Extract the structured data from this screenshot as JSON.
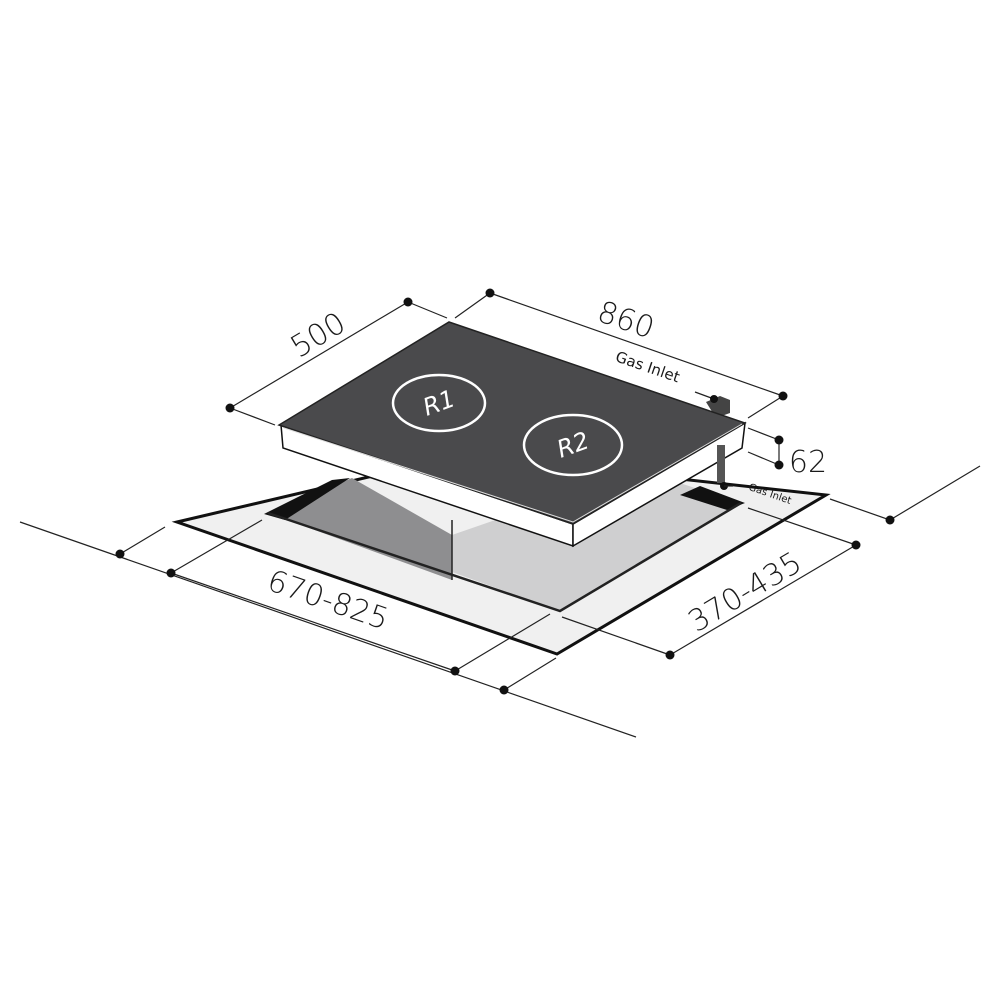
{
  "diagram": {
    "dimensions": {
      "depth": "500",
      "width": "860",
      "height": "62",
      "cutout_width": "670-825",
      "cutout_depth": "370-435"
    },
    "labels": {
      "gas_inlet_top": "Gas Inlet",
      "gas_inlet_bottom": "Gas Inlet"
    },
    "burners": [
      "R1",
      "R2"
    ],
    "colors": {
      "glass": "#4a4a4c",
      "frame": "#f0f0f0",
      "cavity_dark": "#8e8e90",
      "cavity_light": "#cfcfd0",
      "outline": "#111111"
    }
  }
}
